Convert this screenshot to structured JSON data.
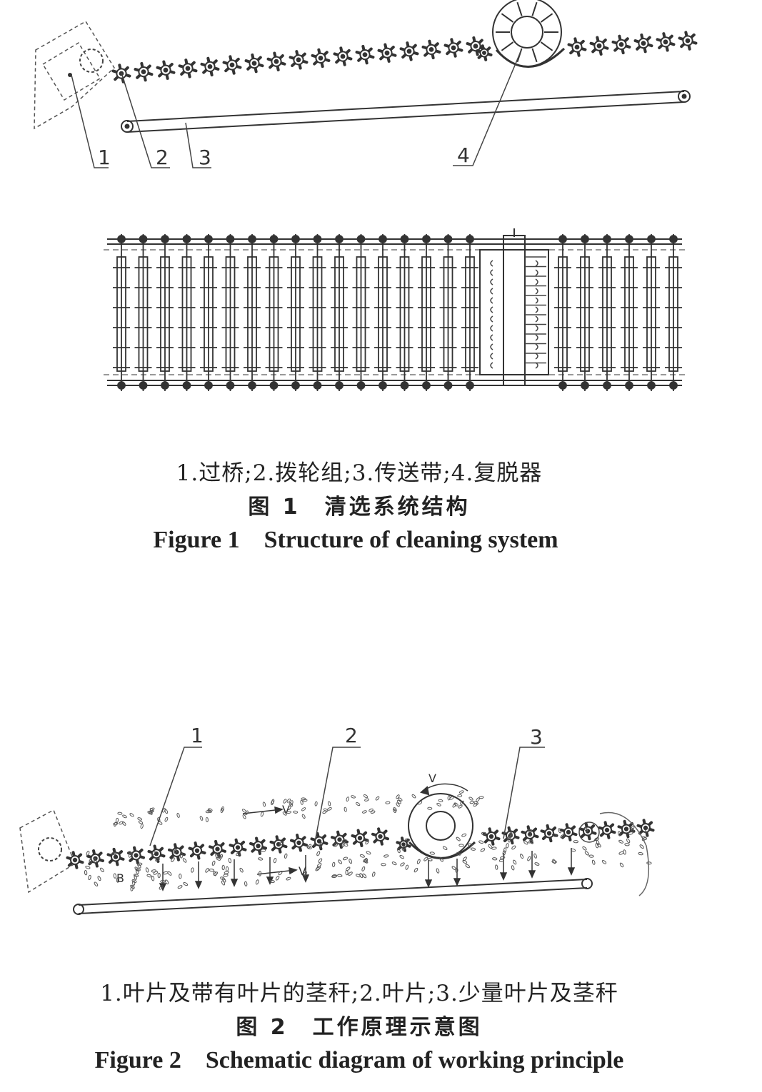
{
  "figure1": {
    "callouts": [
      "1",
      "2",
      "3",
      "4"
    ],
    "legend": "1.过桥;2.拨轮组;3.传送带;4.复脱器",
    "caption_cn": "图 1　清选系统结构",
    "caption_en": "Figure 1　Structure of cleaning system"
  },
  "figure2": {
    "callouts": [
      "1",
      "2",
      "3"
    ],
    "motion_label": "V",
    "belt_point_label": "B",
    "legend": "1.叶片及带有叶片的茎秆;2.叶片;3.少量叶片及茎秆",
    "caption_cn": "图 2　工作原理示意图",
    "caption_en": "Figure 2　Schematic diagram of working principle"
  }
}
